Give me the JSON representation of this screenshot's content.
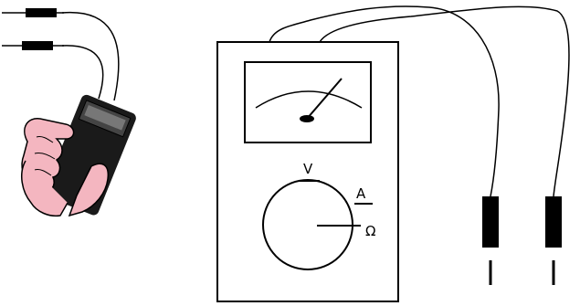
{
  "dial": {
    "volts_label": "V",
    "amps_label": "A",
    "ohms_label": "Ω"
  },
  "colors": {
    "ink": "#000000",
    "skin": "#f4b6c0",
    "tester_body": "#1a1a1a",
    "background": "#ffffff"
  },
  "icons": {
    "hand_tester": "insulation-tester-in-hand",
    "meter": "analog-multimeter",
    "probes": "test-probe-leads"
  }
}
